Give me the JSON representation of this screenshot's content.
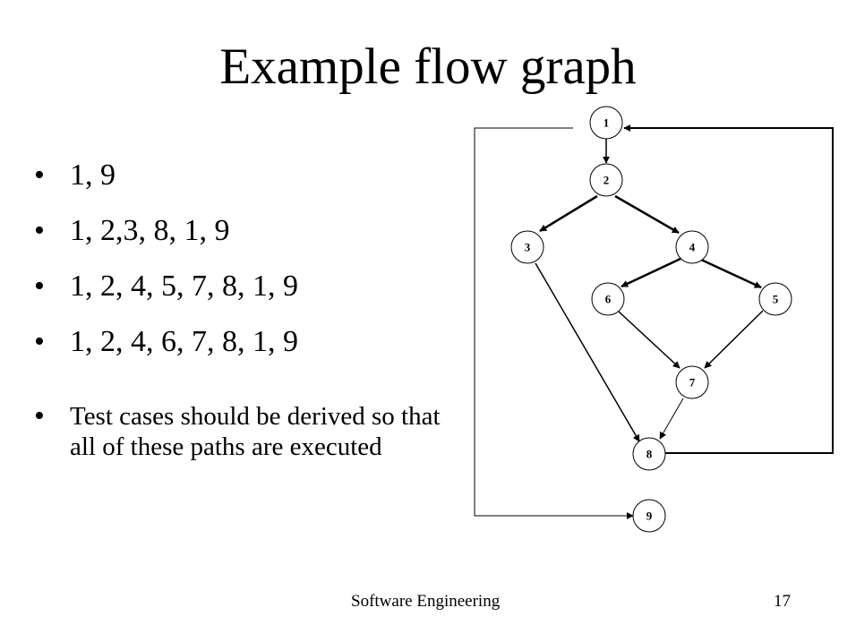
{
  "slide": {
    "title": "Example flow graph",
    "paths": [
      "1, 9",
      "1, 2,3, 8, 1, 9",
      "1, 2, 4, 5, 7, 8, 1, 9",
      "1, 2, 4, 6, 7, 8, 1, 9"
    ],
    "note": "Test cases should be derived so that all of these paths are executed"
  },
  "graph": {
    "nodes": [
      "1",
      "2",
      "3",
      "4",
      "6",
      "5",
      "7",
      "8",
      "9"
    ],
    "edges": [
      [
        "1",
        "2"
      ],
      [
        "2",
        "3"
      ],
      [
        "2",
        "4"
      ],
      [
        "4",
        "6"
      ],
      [
        "4",
        "5"
      ],
      [
        "6",
        "7"
      ],
      [
        "5",
        "7"
      ],
      [
        "3",
        "8"
      ],
      [
        "7",
        "8"
      ],
      [
        "8",
        "1"
      ],
      [
        "1",
        "9"
      ]
    ]
  },
  "footer": {
    "course": "Software Engineering",
    "page_number": "17"
  }
}
